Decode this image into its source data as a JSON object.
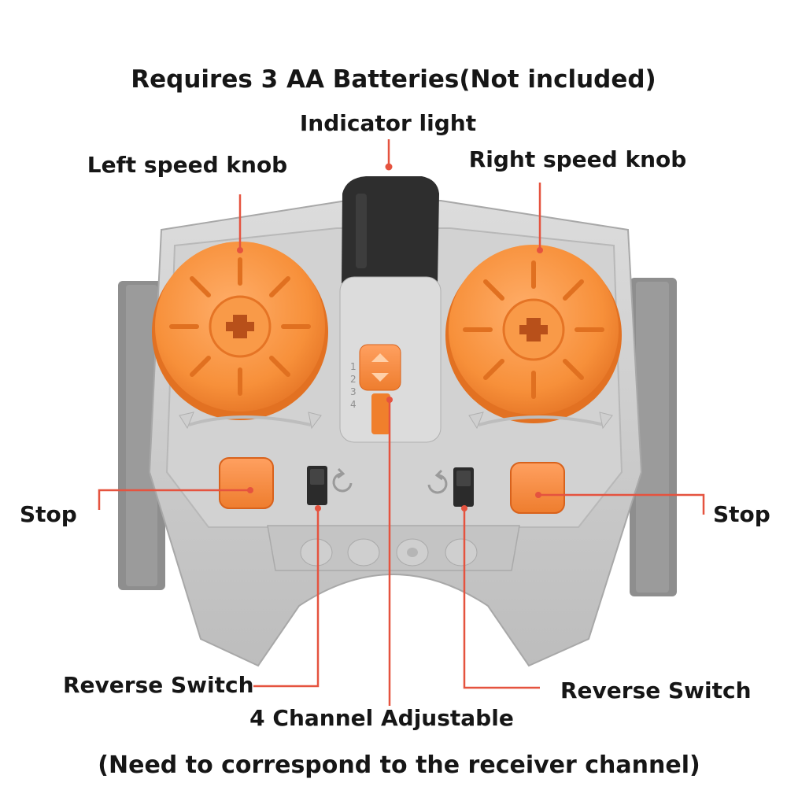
{
  "title": "Requires 3 AA Batteries(Not included)",
  "labels": {
    "indicator_light": "Indicator light",
    "left_speed_knob": "Left speed knob",
    "right_speed_knob": "Right speed knob",
    "stop_left": "Stop",
    "stop_right": "Stop",
    "reverse_switch_left": "Reverse Switch",
    "reverse_switch_right": "Reverse Switch",
    "channel": "4 Channel Adjustable",
    "channel_note": "(Need to correspond to the receiver channel)"
  },
  "channel_numbers": [
    "1",
    "2",
    "3",
    "4"
  ],
  "colors": {
    "body": "#c9c9c9",
    "body_light": "#d8d8d8",
    "side_block": "#8d8d8d",
    "knob": "#f7903a",
    "knob_dark": "#d9641c",
    "leader_line": "#e5533f",
    "indicator": "#2d2d2d"
  },
  "icons": {
    "reverse_left": "rotate-ccw-icon",
    "reverse_right": "rotate-cw-icon",
    "channel_selector": "chevron-up-down-icon"
  }
}
